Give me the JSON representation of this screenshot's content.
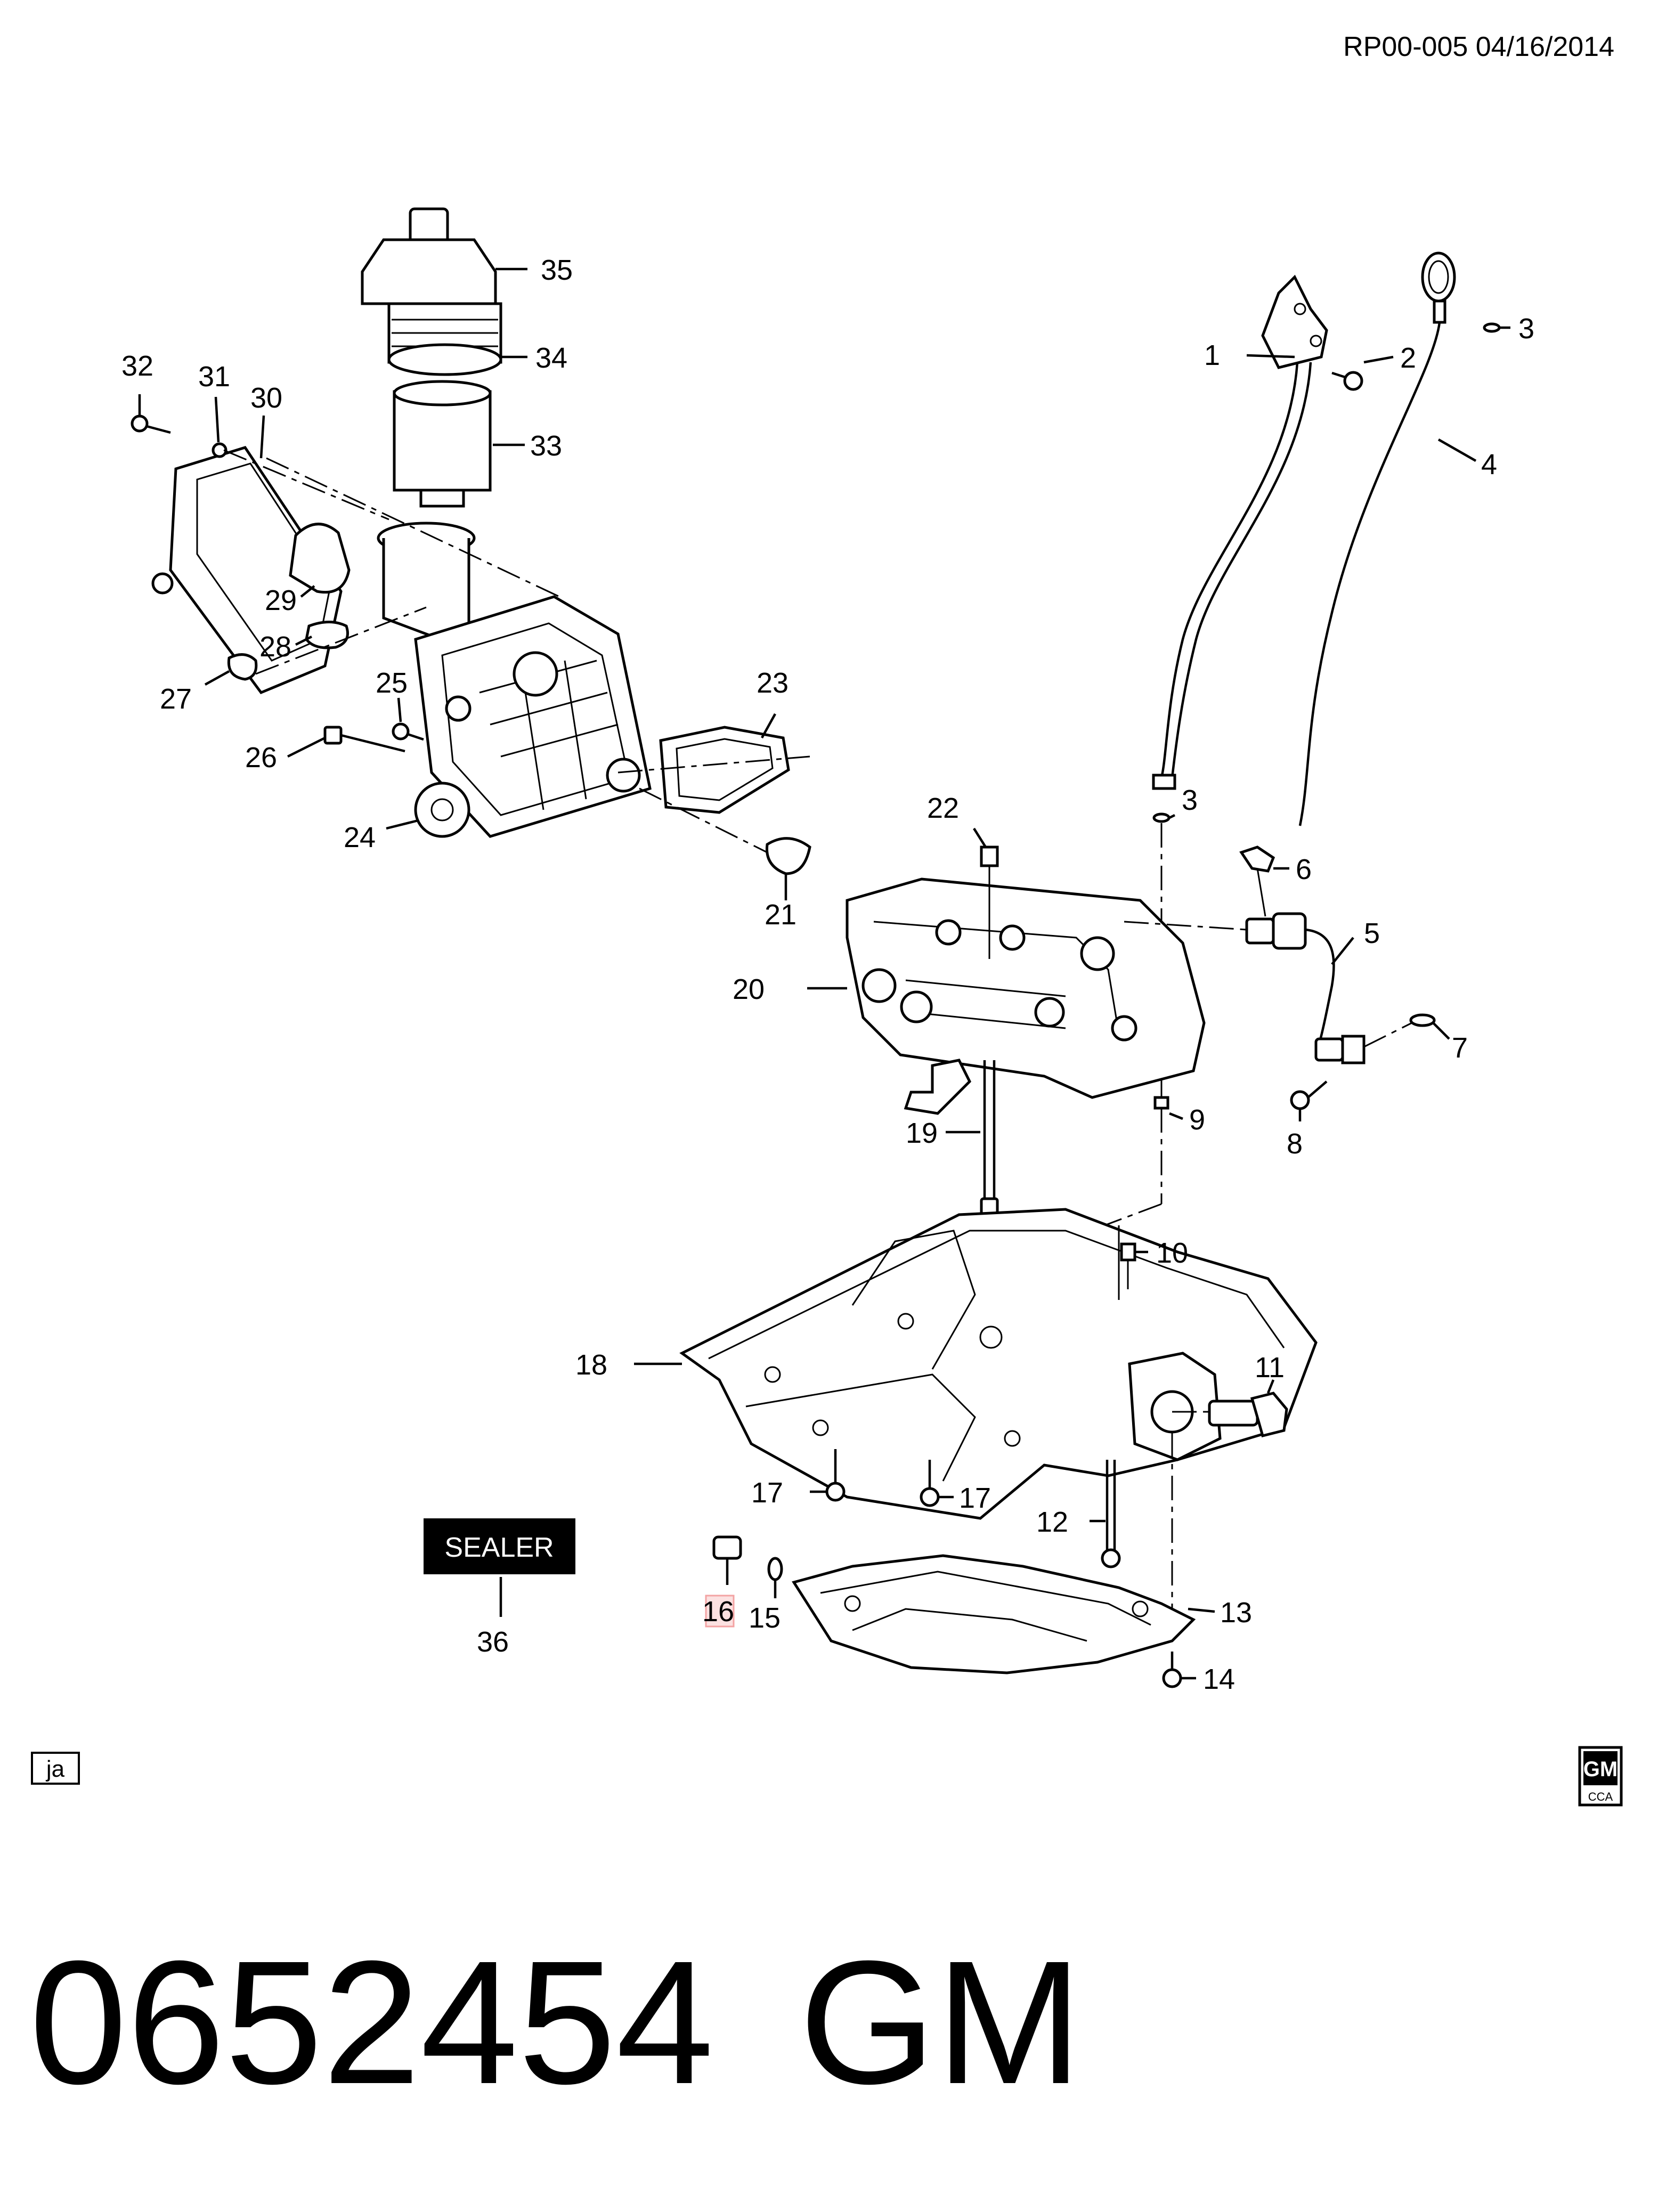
{
  "header": {
    "ref": "RP00-005  04/16/2014"
  },
  "tag": "ja",
  "sealer_label": "SEALER",
  "footer": {
    "part_number": "0652454",
    "brand": "GM"
  },
  "logo": {
    "text": "GM",
    "sub": "CCA"
  },
  "highlight_color": "#f3a3a3",
  "callouts": [
    {
      "id": "1",
      "text": "1"
    },
    {
      "id": "2",
      "text": "2"
    },
    {
      "id": "3a",
      "text": "3"
    },
    {
      "id": "3b",
      "text": "3"
    },
    {
      "id": "4",
      "text": "4"
    },
    {
      "id": "5",
      "text": "5"
    },
    {
      "id": "6",
      "text": "6"
    },
    {
      "id": "7",
      "text": "7"
    },
    {
      "id": "8",
      "text": "8"
    },
    {
      "id": "9",
      "text": "9"
    },
    {
      "id": "10",
      "text": "10"
    },
    {
      "id": "11",
      "text": "11"
    },
    {
      "id": "12",
      "text": "12"
    },
    {
      "id": "13",
      "text": "13"
    },
    {
      "id": "14",
      "text": "14"
    },
    {
      "id": "15",
      "text": "15"
    },
    {
      "id": "16",
      "text": "16"
    },
    {
      "id": "17a",
      "text": "17"
    },
    {
      "id": "17b",
      "text": "17"
    },
    {
      "id": "18",
      "text": "18"
    },
    {
      "id": "19",
      "text": "19"
    },
    {
      "id": "20",
      "text": "20"
    },
    {
      "id": "21",
      "text": "21"
    },
    {
      "id": "22",
      "text": "22"
    },
    {
      "id": "23",
      "text": "23"
    },
    {
      "id": "24",
      "text": "24"
    },
    {
      "id": "25",
      "text": "25"
    },
    {
      "id": "26",
      "text": "26"
    },
    {
      "id": "27",
      "text": "27"
    },
    {
      "id": "28",
      "text": "28"
    },
    {
      "id": "29",
      "text": "29"
    },
    {
      "id": "30",
      "text": "30"
    },
    {
      "id": "31",
      "text": "31"
    },
    {
      "id": "32",
      "text": "32"
    },
    {
      "id": "33",
      "text": "33"
    },
    {
      "id": "34",
      "text": "34"
    },
    {
      "id": "35",
      "text": "35"
    },
    {
      "id": "36",
      "text": "36"
    }
  ]
}
